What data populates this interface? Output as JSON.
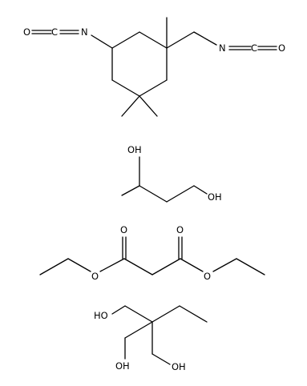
{
  "molecules": [
    {
      "id": "isophorone-diisocyanate",
      "labels": {
        "n1": "N",
        "c1": "C",
        "o1": "O",
        "n2": "N",
        "c2": "C",
        "o2": "O"
      }
    },
    {
      "id": "butane-1-3-diol",
      "labels": {
        "oh1": "OH",
        "oh2": "OH"
      }
    },
    {
      "id": "diethyl-malonate",
      "labels": {
        "o1": "O",
        "o2": "O",
        "o3": "O",
        "o4": "O"
      }
    },
    {
      "id": "trimethylolpropane",
      "labels": {
        "oh1": "HO",
        "oh2": "OH",
        "oh3": "OH"
      }
    }
  ]
}
